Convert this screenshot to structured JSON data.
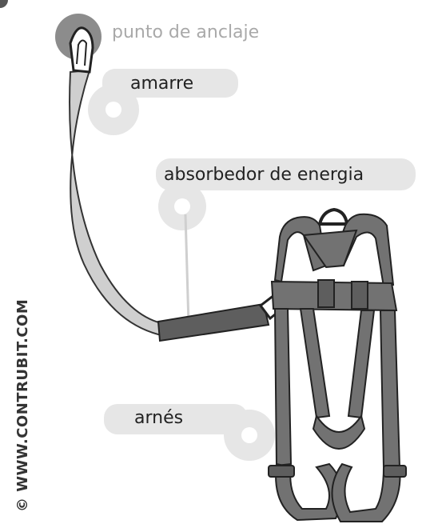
{
  "labels": {
    "anchor": "punto de anclaje",
    "lanyard": "amarre",
    "absorber": "absorbedor de energia",
    "harness": "arnés"
  },
  "watermark": "© WWW.CONTRUBIT.COM",
  "colors": {
    "harness": "#727272",
    "harness_outline": "#222222",
    "lanyard": "#cfcfcf",
    "absorber": "#5e5e5e",
    "label_bubble": "#e6e6e6",
    "anchor_circle": "#8c8c8c"
  }
}
